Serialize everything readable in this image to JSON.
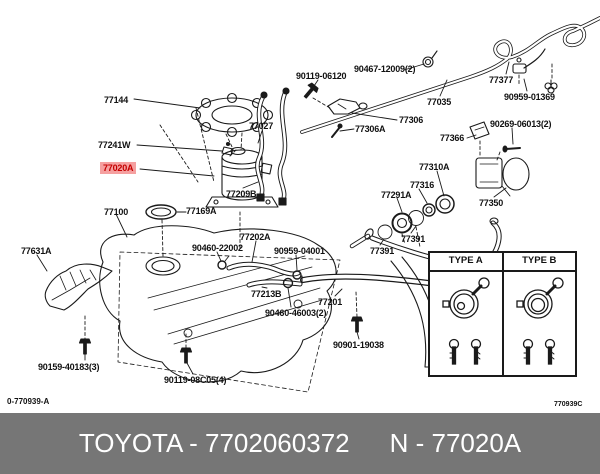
{
  "colors": {
    "line": "#1a1a1a",
    "highlight_bg": "#f5a0a0",
    "highlight_text": "#c40000",
    "footer_bar": "#767676",
    "footer_text": "#ffffff"
  },
  "diagram": {
    "drawing_code": "0-770939-A",
    "figure_code": "770939C",
    "type_box": {
      "type_a": "TYPE A",
      "type_b": "TYPE B"
    },
    "parts": [
      {
        "label": "77144"
      },
      {
        "label": "77241W"
      },
      {
        "label": "77020A",
        "highlighted": true
      },
      {
        "label": "77100"
      },
      {
        "label": "77169A"
      },
      {
        "label": "77027"
      },
      {
        "label": "77209B"
      },
      {
        "label": "90119-06120"
      },
      {
        "label": "90467-12009(2)"
      },
      {
        "label": "77035"
      },
      {
        "label": "77306"
      },
      {
        "label": "77306A"
      },
      {
        "label": "77377"
      },
      {
        "label": "90959-01369"
      },
      {
        "label": "77366"
      },
      {
        "label": "90269-06013(2)"
      },
      {
        "label": "77310A"
      },
      {
        "label": "77316"
      },
      {
        "label": "77291A"
      },
      {
        "label": "77391"
      },
      {
        "label": "77391"
      },
      {
        "label": "77350"
      },
      {
        "label": "77631A"
      },
      {
        "label": "90159-40183(3)"
      },
      {
        "label": "90460-22002"
      },
      {
        "label": "77202A"
      },
      {
        "label": "90959-04001"
      },
      {
        "label": "77213B"
      },
      {
        "label": "90460-46003(2)"
      },
      {
        "label": "77201"
      },
      {
        "label": "90901-19038"
      },
      {
        "label": "90119-08C05(4)"
      }
    ]
  },
  "footer": {
    "catalog_label": "TOYOTA - 7702060372",
    "part_label": "N - 77020A"
  }
}
